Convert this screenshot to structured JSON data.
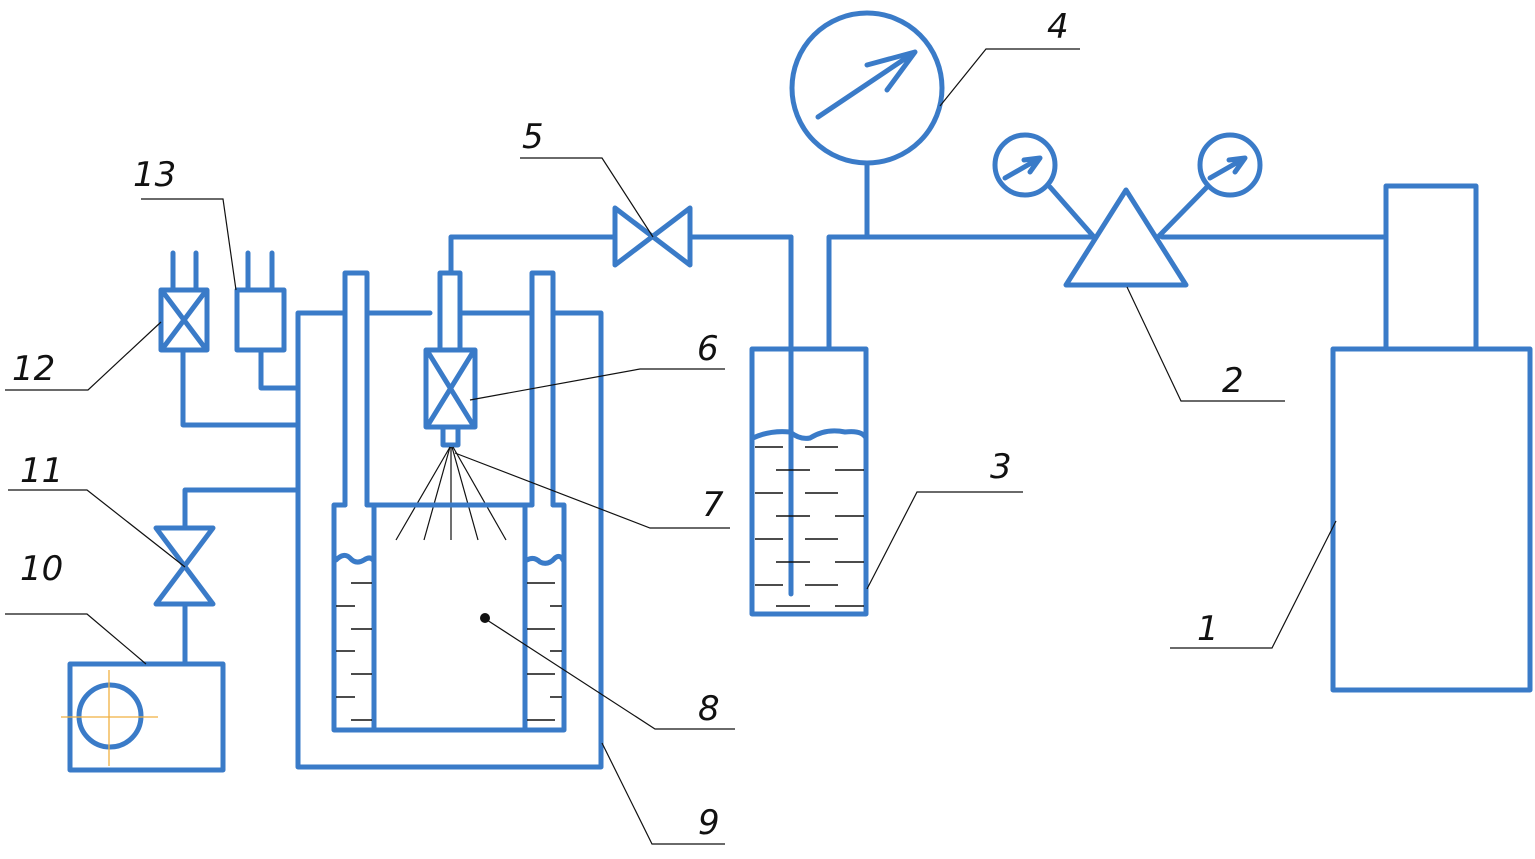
{
  "diagram": {
    "type": "process schematic",
    "colors": {
      "line": "#3a7bc8",
      "leader": "#111111",
      "centerline": "#f0b040"
    },
    "components": [
      {
        "id": "1",
        "label": "1",
        "name": "gas cylinder"
      },
      {
        "id": "2",
        "label": "2",
        "name": "pressure reducer with two gauges"
      },
      {
        "id": "3",
        "label": "3",
        "name": "liquid vessel with dip tube"
      },
      {
        "id": "4",
        "label": "4",
        "name": "pressure gauge"
      },
      {
        "id": "5",
        "label": "5",
        "name": "valve"
      },
      {
        "id": "6",
        "label": "6",
        "name": "filter / shut-off element"
      },
      {
        "id": "7",
        "label": "7",
        "name": "spray nozzle"
      },
      {
        "id": "8",
        "label": "8",
        "name": "inner chamber"
      },
      {
        "id": "9",
        "label": "9",
        "name": "outer vessel"
      },
      {
        "id": "10",
        "label": "10",
        "name": "vacuum pump"
      },
      {
        "id": "11",
        "label": "11",
        "name": "valve"
      },
      {
        "id": "12",
        "label": "12",
        "name": "filter / shut-off element"
      },
      {
        "id": "13",
        "label": "13",
        "name": "sensor block"
      }
    ]
  }
}
